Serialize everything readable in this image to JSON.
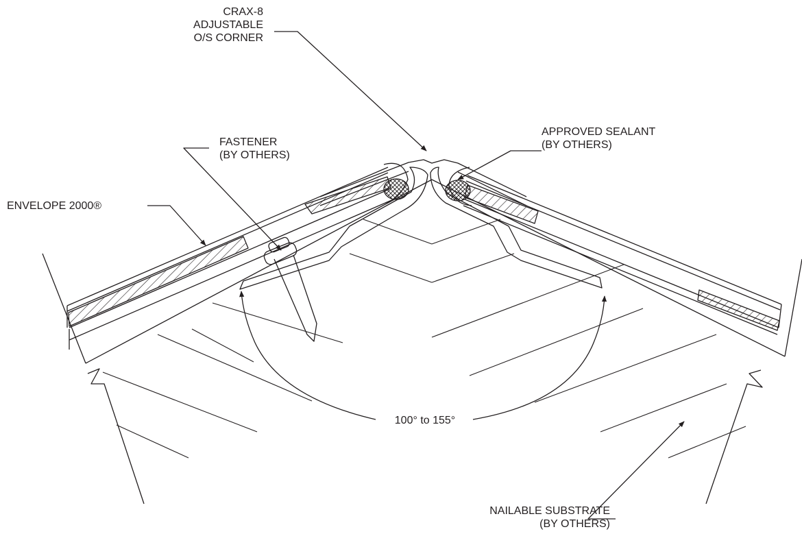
{
  "labels": {
    "crax": [
      "CRAX-8",
      "ADJUSTABLE",
      "O/S CORNER"
    ],
    "fastener": [
      "FASTENER",
      "(BY OTHERS)"
    ],
    "sealant": [
      "APPROVED SEALANT",
      "(BY OTHERS)"
    ],
    "envelope": "ENVELOPE 2000®",
    "angle": "100° to 155°",
    "substrate": [
      "NAILABLE SUBSTRATE",
      "(BY OTHERS)"
    ]
  },
  "colors": {
    "line": "#231f20",
    "background": "#ffffff"
  }
}
